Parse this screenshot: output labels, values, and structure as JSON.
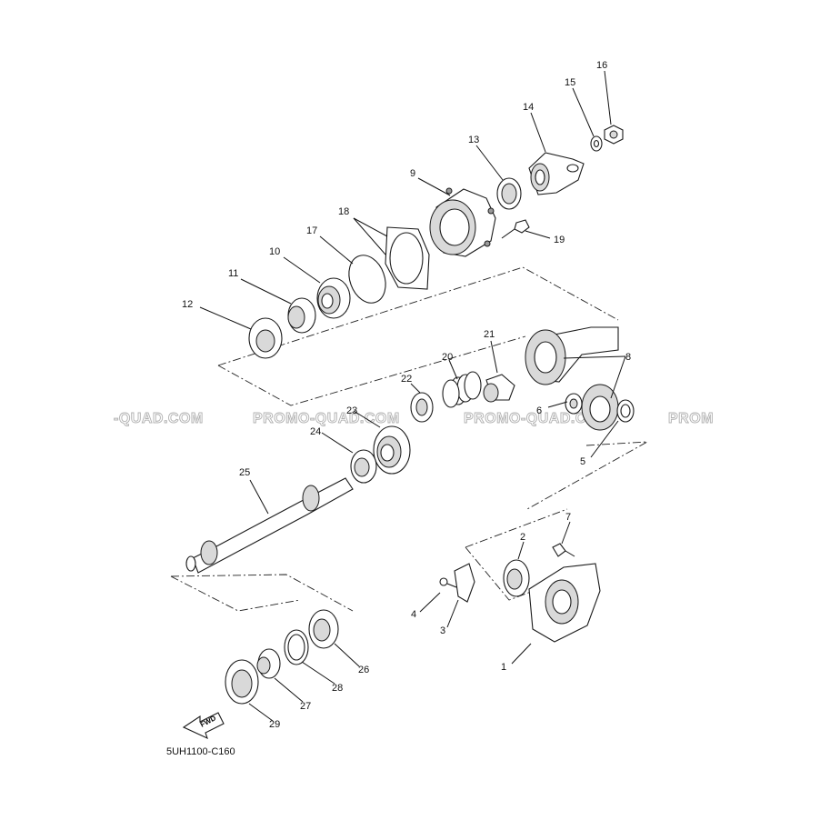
{
  "watermark": {
    "texts": [
      "-QUAD.COM",
      "PROMO-QUAD.COM",
      "PROMO-QUAD.COM",
      "PROM"
    ]
  },
  "drawing_code": "5UH1100-C160",
  "fwd_label": "FWD",
  "callouts": {
    "c1": "1",
    "c2": "2",
    "c3": "3",
    "c4": "4",
    "c5": "5",
    "c6": "6",
    "c7": "7",
    "c8": "8",
    "c9": "9",
    "c10": "10",
    "c11": "11",
    "c12": "12",
    "c13": "13",
    "c14": "14",
    "c15": "15",
    "c16": "16",
    "c17": "17",
    "c18": "18",
    "c19": "19",
    "c20": "20",
    "c21": "21",
    "c22": "22",
    "c23": "23",
    "c24": "24",
    "c25": "25",
    "c26": "26",
    "c27": "27",
    "c28": "28",
    "c29": "29"
  }
}
